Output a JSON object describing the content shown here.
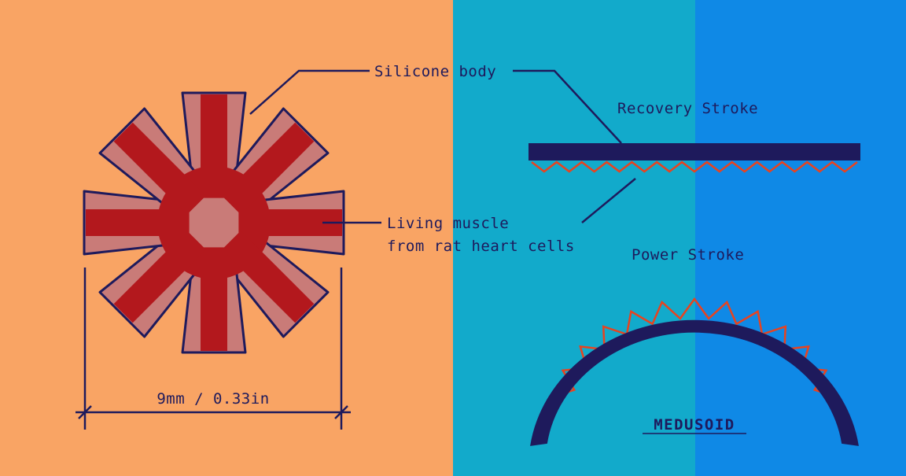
{
  "labels": {
    "silicone_body": "Silicone body",
    "living_muscle_line1": "Living muscle",
    "living_muscle_line2": "from rat heart cells",
    "recovery_stroke": "Recovery Stroke",
    "power_stroke": "Power Stroke",
    "dimension": "9mm / 0.33in",
    "title": "MEDUSOID"
  },
  "colors": {
    "panel_left": "#f9a464",
    "panel_middle": "#12aacb",
    "panel_right": "#0f89e6",
    "ink": "#1e1a5c",
    "muscle_red": "#b3181d",
    "silicone_pink": "#c97b78",
    "muscle_stroke": "#e8431f"
  },
  "medusoid": {
    "arm_count": 8
  }
}
